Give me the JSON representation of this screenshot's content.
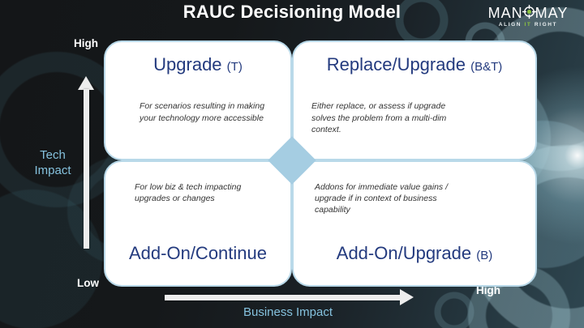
{
  "title": "RAUC Decisioning Model",
  "logo": {
    "brand_prefix": "MAN",
    "brand_suffix": "MAY",
    "letter_o_icon": "crosshair-target-icon",
    "tagline": {
      "word1": "ALIGN",
      "word2": "IT",
      "word3": "RIGHT"
    }
  },
  "axes": {
    "vertical": {
      "label": "Tech Impact",
      "top": "High",
      "bottom": "Low"
    },
    "horizontal": {
      "label": "Business Impact",
      "right": "High"
    }
  },
  "quadrants": [
    {
      "position": "top-left",
      "heading": "Upgrade",
      "heading_suffix": "(T)",
      "body": "For scenarios resulting in making your technology more accessible"
    },
    {
      "position": "top-right",
      "heading": "Replace/Upgrade",
      "heading_suffix": "(B&T)",
      "body": "Either replace, or assess if upgrade solves the problem from a multi-dim context."
    },
    {
      "position": "bottom-left",
      "heading": "Add-On/Continue",
      "heading_suffix": "",
      "body": "For low biz & tech impacting upgrades or changes"
    },
    {
      "position": "bottom-right",
      "heading": "Add-On/Upgrade",
      "heading_suffix": "(B)",
      "body": "Addons for immediate value gains / upgrade if in context of business capability"
    }
  ],
  "colors": {
    "accent_green": "#8dc63f",
    "heading_navy": "#233a7e",
    "axis_label_blue": "#85c2de",
    "diamond_blue": "#a5cde2",
    "card_border_blue": "#b9d9e9",
    "card_background": "#ffffff",
    "title_white": "#ffffff",
    "background_dark": "#17191c"
  }
}
